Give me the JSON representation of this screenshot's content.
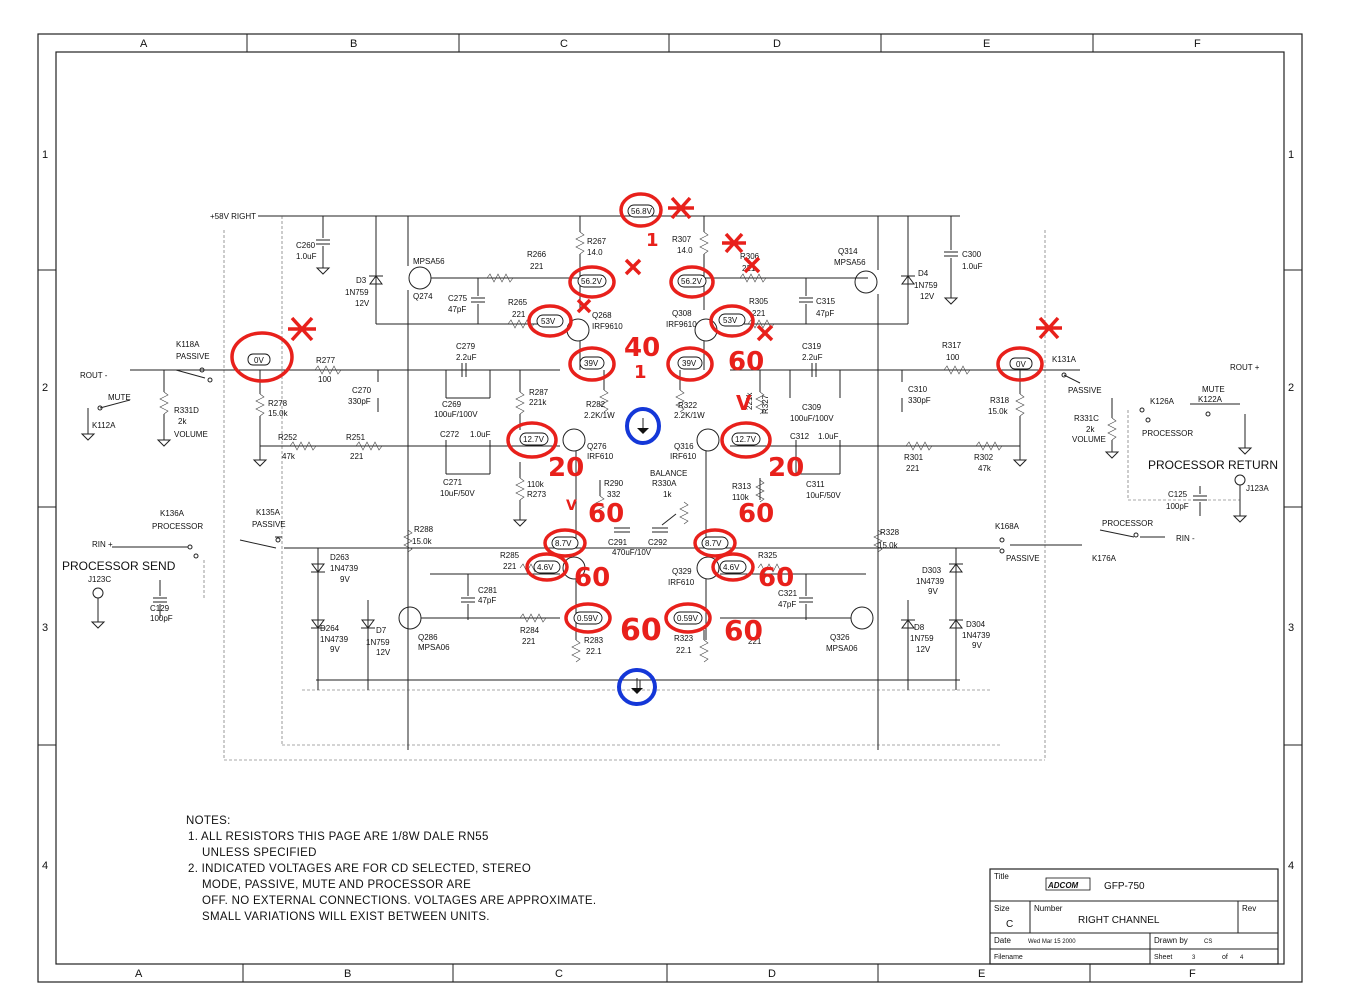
{
  "grid": {
    "columns": [
      "A",
      "B",
      "C",
      "D",
      "E",
      "F"
    ],
    "rows": [
      "1",
      "2",
      "3",
      "4"
    ]
  },
  "supply": {
    "label": "+58V RIGHT"
  },
  "components": {
    "c260": "C260",
    "c260v": "1.0uF",
    "d3": "D3",
    "d3p": "1N759",
    "d3v": "12V",
    "q274t": "MPSA56",
    "q274": "Q274",
    "r266": "R266",
    "r266v": "221",
    "r267": "R267",
    "r267v": "14.0",
    "r307": "R307",
    "r307v": "14.0",
    "r306": "R306",
    "r306v": "221",
    "q314": "Q314",
    "q314t": "MPSA56",
    "c300": "C300",
    "c300v": "1.0uF",
    "d4": "D4",
    "d4p": "1N759",
    "d4v": "12V",
    "c275": "C275",
    "c275v": "47pF",
    "r265": "R265",
    "r265v": "221",
    "q268": "Q268",
    "q268t": "IRF9610",
    "q308": "Q308",
    "q308t": "IRF9610",
    "r305": "R305",
    "r305v": "221",
    "c315": "C315",
    "c315v": "47pF",
    "k118": "K118A",
    "k118m": "PASSIVE",
    "rout_l": "ROUT -",
    "mute_l": "MUTE",
    "k112": "K112A",
    "r331d": "R331D",
    "r331dv": "2k",
    "vol_l": "VOLUME",
    "r277": "R277",
    "r277v": "100",
    "r278": "R278",
    "r278v": "15.0k",
    "c270": "C270",
    "c270v": "330pF",
    "c279": "C279",
    "c279v": "2.2uF",
    "c269": "C269",
    "c269v": "100uF/100V",
    "r287": "R287",
    "r287v": "221k",
    "r282": "R282",
    "r282v": "2.2K/1W",
    "r322": "R322",
    "r322v": "2.2K/1W",
    "r327": "R327",
    "r327v": "221k",
    "c319": "C319",
    "c319v": "2.2uF",
    "c309": "C309",
    "c309v": "100uF/100V",
    "r317": "R317",
    "r317v": "100",
    "c310": "C310",
    "c310v": "330pF",
    "r318": "R318",
    "r318v": "15.0k",
    "k131": "K131A",
    "k131m": "PASSIVE",
    "rout_r": "ROUT +",
    "mute_r": "MUTE",
    "k122": "K122A",
    "k126": "K126A",
    "k126m": "PROCESSOR",
    "r331c": "R331C",
    "r331cv": "2k",
    "vol_r": "VOLUME",
    "r252": "R252",
    "r252v": "47k",
    "r251": "R251",
    "r251v": "221",
    "c272": "C272",
    "c272v": "1.0uF",
    "c271": "C271",
    "c271v": "10uF/50V",
    "q276": "Q276",
    "q276t": "IRF610",
    "q316": "Q316",
    "q316t": "IRF610",
    "c312": "C312",
    "c312v": "1.0uF",
    "c311": "C311",
    "c311v": "10uF/50V",
    "r301": "R301",
    "r301v": "221",
    "r302": "R302",
    "r302v": "47k",
    "r273": "R273",
    "r273v": "110k",
    "r290": "R290",
    "r290v": "332",
    "bal": "BALANCE",
    "r330": "R330A",
    "r330v": "1k",
    "r313": "R313",
    "r313v": "110k",
    "proc_return": "PROCESSOR RETURN",
    "j123a": "J123A",
    "c125": "C125",
    "c125v": "100pF",
    "k136": "K136A",
    "k136m": "PROCESSOR",
    "k135": "K135A",
    "k135m": "PASSIVE",
    "rin_l": "RIN +",
    "proc_send": "PROCESSOR SEND",
    "j123c": "J123C",
    "c129": "C129",
    "c129v": "100pF",
    "r288": "R288",
    "r288v": "15.0k",
    "d263": "D263",
    "d263p": "1N4739",
    "d263v": "9V",
    "c291": "C291",
    "c291v": "470uF/10V",
    "c292": "C292",
    "r328": "R328",
    "r328v": "15.0k",
    "k168": "K168A",
    "k168m": "PASSIVE",
    "k176": "K176A",
    "k176m": "PROCESSOR",
    "rin_r": "RIN -",
    "r285": "R285",
    "r285v": "221",
    "q329": "Q329",
    "q329t": "IRF610",
    "r325": "R325",
    "d303": "D303",
    "d303p": "1N4739",
    "d303v": "9V",
    "c281": "C281",
    "c281v": "47pF",
    "c321": "C321",
    "c321v": "47pF",
    "d264": "D264",
    "d264p": "1N4739",
    "d264v": "9V",
    "d7": "D7",
    "d7p": "1N759",
    "d7v": "12V",
    "q286": "Q286",
    "q286t": "MPSA06",
    "r284": "R284",
    "r284v": "221",
    "r283": "R283",
    "r283v": "22.1",
    "r323": "R323",
    "r323v": "22.1",
    "r324v": "221",
    "q326": "Q326",
    "q326t": "MPSA06",
    "d8": "D8",
    "d8p": "1N759",
    "d8v": "12V",
    "d304": "D304",
    "d304p": "1N4739",
    "d304v": "9V"
  },
  "voltages": {
    "v1": "56.8V",
    "v2": "56.2V",
    "v3": "56.2V",
    "v4": "53V",
    "v5": "53V",
    "v6": "0V",
    "v7": "0V",
    "v8": "39V",
    "v9": "39V",
    "v10": "12.7V",
    "v11": "12.7V",
    "v12": "8.7V",
    "v13": "8.7V",
    "v14": "4.6V",
    "v15": "4.6V",
    "v16": "0.59V",
    "v17": "0.59V"
  },
  "annotations": {
    "a1": "40",
    "a2": "60",
    "a3": "20",
    "a4": "20",
    "a5": "60",
    "a6": "60",
    "a7": "60",
    "a8": "60",
    "a9": "60",
    "a10": "60",
    "a11": "1",
    "a12": "1",
    "a13": "V",
    "a14": "V"
  },
  "notes": {
    "heading": "NOTES:",
    "line1": "1. ALL RESISTORS THIS PAGE ARE 1/8W DALE RN55",
    "line2": "UNLESS SPECIFIED",
    "line3": "2. INDICATED VOLTAGES ARE FOR CD SELECTED, STEREO",
    "line4": "MODE, PASSIVE, MUTE AND PROCESSOR ARE",
    "line5": "OFF. NO EXTERNAL CONNECTIONS. VOLTAGES ARE APPROXIMATE.",
    "line6": "SMALL VARIATIONS WILL EXIST BETWEEN UNITS."
  },
  "title_block": {
    "title_label": "Title",
    "logo": "ADCOM",
    "model": "GFP-750",
    "size_label": "Size",
    "size": "C",
    "number_label": "Number",
    "drawing": "RIGHT CHANNEL",
    "rev_label": "Rev",
    "date_label": "Date",
    "date": "Wed Mar 15 2000",
    "drawn_label": "Drawn by",
    "drawn": "CS",
    "file_label": "Filename",
    "sheet_label": "Sheet",
    "sheet": "3",
    "of_label": "of",
    "of": "4"
  },
  "colors": {
    "ink": "#111111",
    "markup_red": "#e8201b",
    "markup_blue": "#1437d8"
  }
}
